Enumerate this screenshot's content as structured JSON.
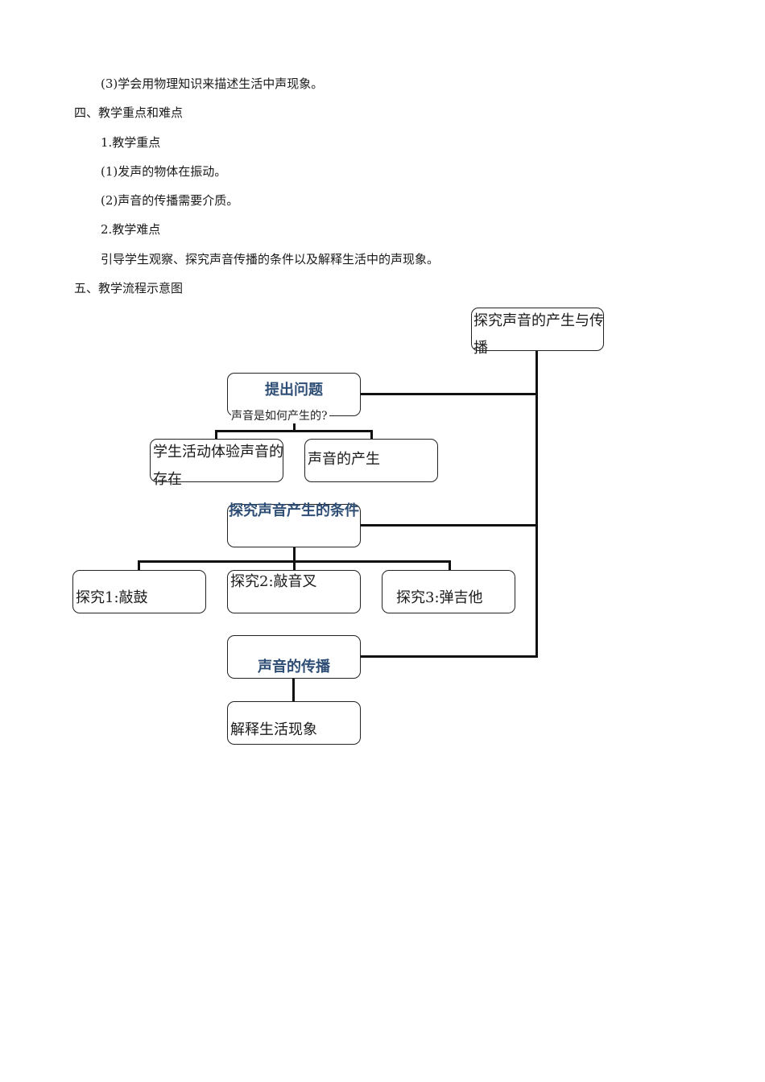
{
  "text": {
    "l1": "(3)学会用物理知识来描述生活中声现象。",
    "h4": "四、教学重点和难点",
    "s1": "1.教学重点",
    "p1": "(1)发声的物体在振动。",
    "p2": "(2)声音的传播需要介质。",
    "s2": "2.教学难点",
    "p3": "引导学生观察、探究声音传播的条件以及解释生活中的声现象。",
    "h5": "五、教学流程示意图"
  },
  "diagram": {
    "root": "探究声音的产生与传播",
    "q_title": "提出问题",
    "q_sub": "声音是如何产生的?",
    "student": "学生活动体验声音的存在",
    "production": "声音的产生",
    "conditions": "探究声音产生的条件",
    "e1": "探究1:敲鼓",
    "e2": "探究2:敲音叉",
    "e3": "探究3:弹吉他",
    "propagation": "声音的传播",
    "explain": "解释生活现象"
  }
}
